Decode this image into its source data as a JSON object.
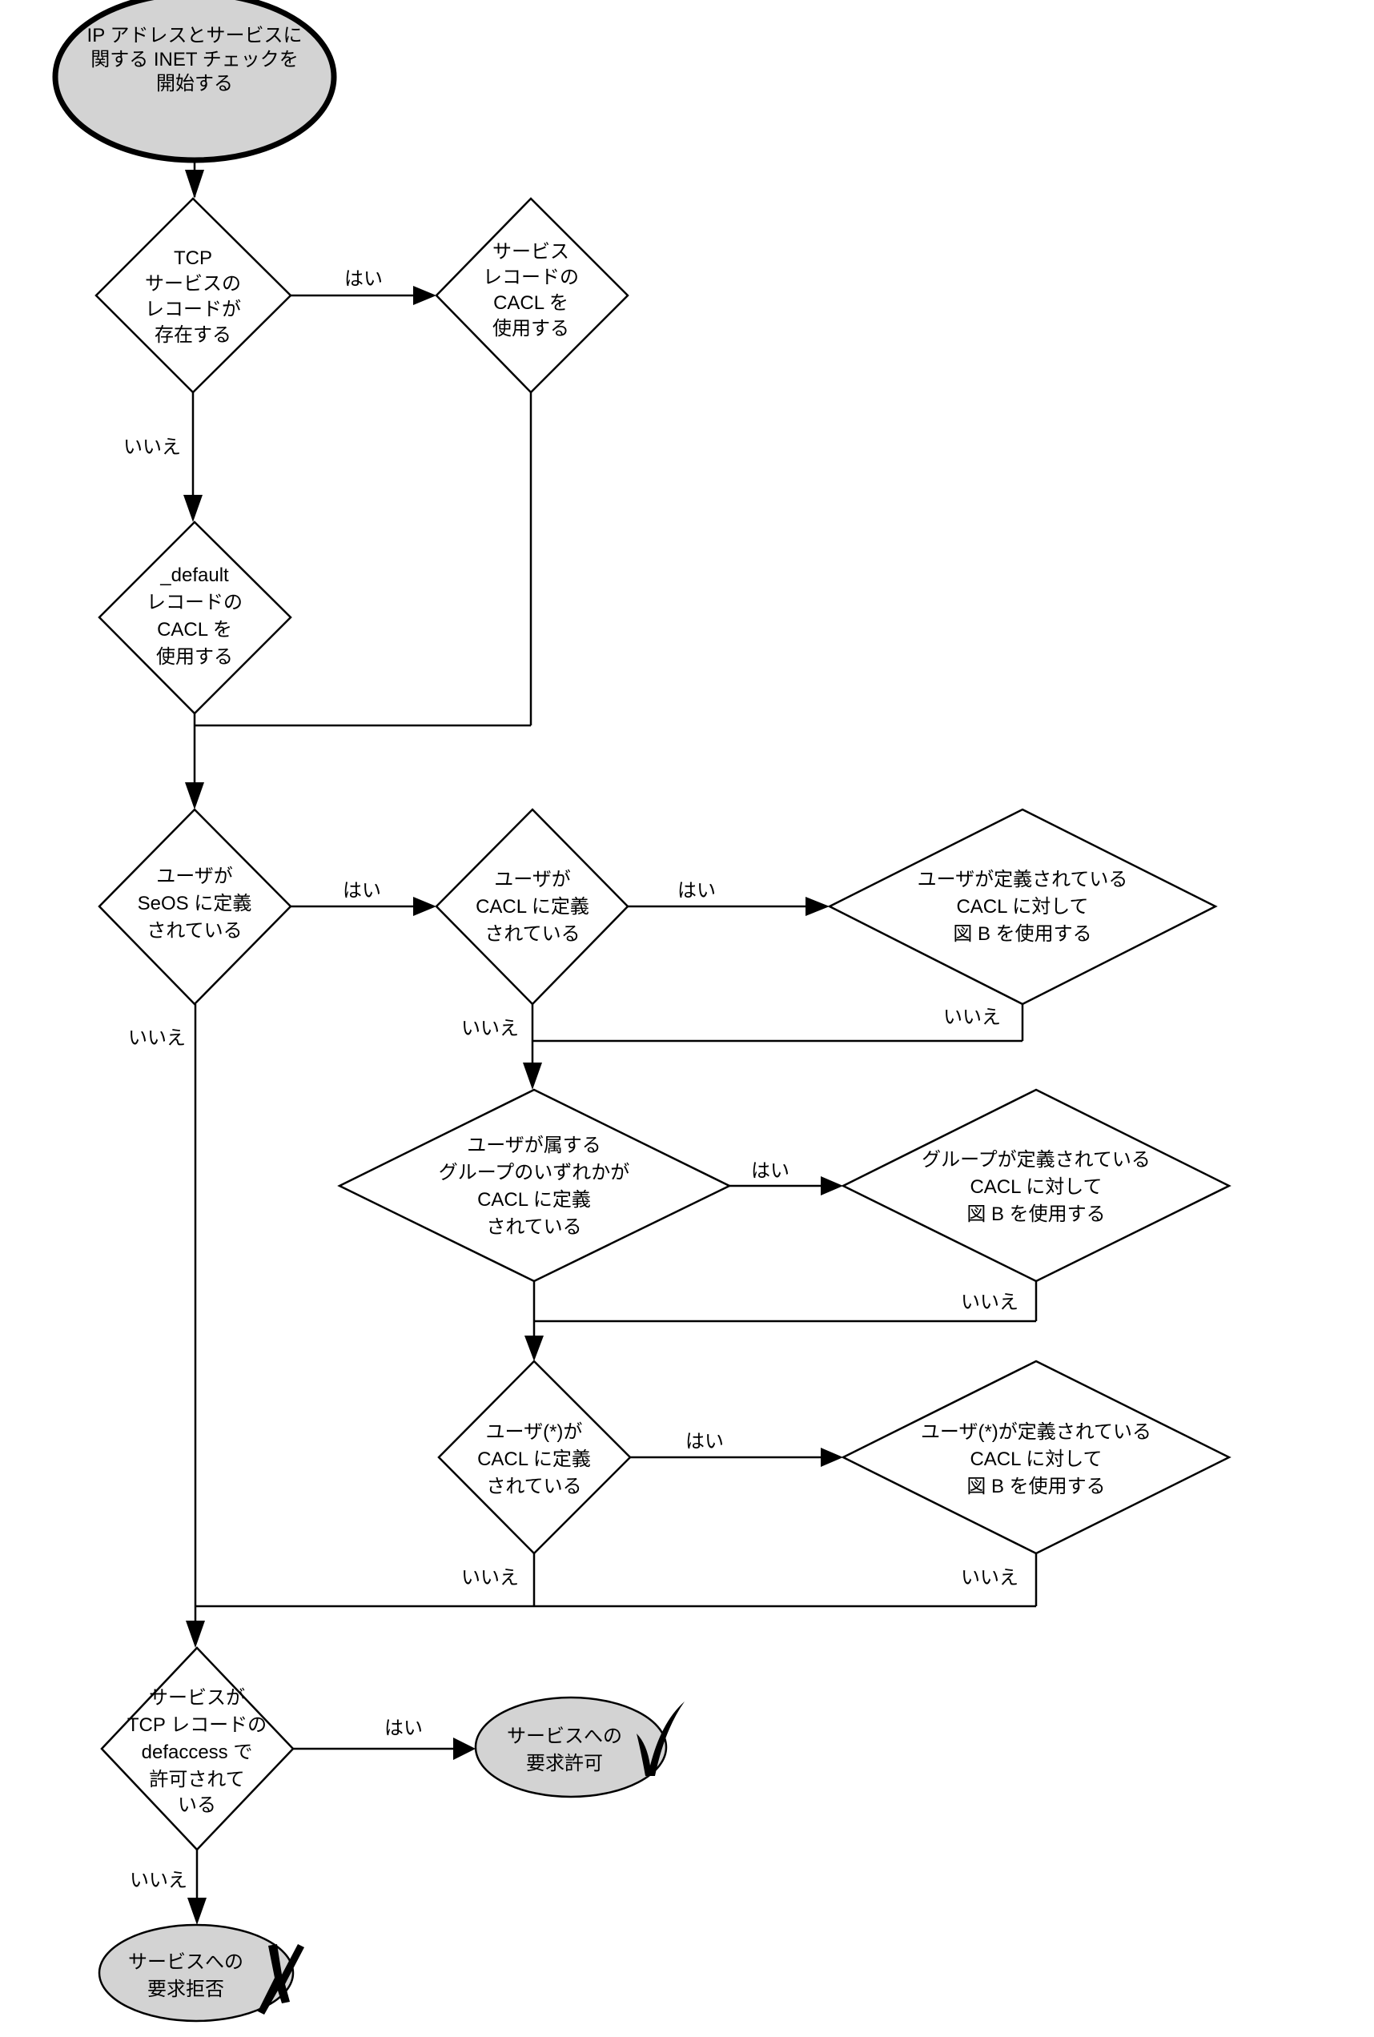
{
  "diagram": {
    "type": "flowchart",
    "colors": {
      "terminal_fill": "#d3d3d3",
      "stroke": "#000000",
      "background": "#ffffff"
    },
    "nodes": [
      {
        "id": "start",
        "shape": "oval",
        "lines": [
          "IP アドレスとサービスに",
          "関する INET チェックを",
          "開始する"
        ]
      },
      {
        "id": "tcp_record_exists",
        "shape": "diamond",
        "lines": [
          "TCP",
          "サービスの",
          "レコードが",
          "存在する"
        ]
      },
      {
        "id": "use_service_record_cacl",
        "shape": "diamond",
        "lines": [
          "サービス",
          "レコードの",
          "CACL を",
          "使用する"
        ]
      },
      {
        "id": "use_default_record_cacl",
        "shape": "diamond",
        "lines": [
          "_default",
          "レコードの",
          "CACL を",
          "使用する"
        ]
      },
      {
        "id": "user_in_seos",
        "shape": "diamond",
        "lines": [
          "ユーザが",
          "SeOS に定義",
          "されている"
        ]
      },
      {
        "id": "user_in_cacl",
        "shape": "diamond",
        "lines": [
          "ユーザが",
          "CACL に定義",
          "されている"
        ]
      },
      {
        "id": "apply_fig_b_user",
        "shape": "diamond",
        "lines": [
          "ユーザが定義されている",
          "CACL に対して",
          "図 B を使用する"
        ]
      },
      {
        "id": "group_in_cacl",
        "shape": "diamond",
        "lines": [
          "ユーザが属する",
          "グループのいずれかが",
          "CACL に定義",
          "されている"
        ]
      },
      {
        "id": "apply_fig_b_group",
        "shape": "diamond",
        "lines": [
          "グループが定義されている",
          "CACL に対して",
          "図 B を使用する"
        ]
      },
      {
        "id": "star_user_in_cacl",
        "shape": "diamond",
        "lines": [
          "ユーザ(*)が",
          "CACL に定義",
          "されている"
        ]
      },
      {
        "id": "apply_fig_b_star",
        "shape": "diamond",
        "lines": [
          "ユーザ(*)が定義されている",
          "CACL に対して",
          "図 B を使用する"
        ]
      },
      {
        "id": "defaccess_allowed",
        "shape": "diamond",
        "lines": [
          "サービスが",
          "TCP レコードの",
          "defaccess で",
          "許可されて",
          "いる"
        ]
      },
      {
        "id": "granted",
        "shape": "oval",
        "lines": [
          "サービスへの",
          "要求許可"
        ],
        "mark": "check-icon",
        "mark_glyph": "✔"
      },
      {
        "id": "denied",
        "shape": "oval",
        "lines": [
          "サービスへの",
          "要求拒否"
        ],
        "mark": "cross-icon",
        "mark_glyph": "✘"
      }
    ],
    "edge_labels": {
      "yes": "はい",
      "no": "いいえ"
    },
    "edges": [
      {
        "from": "start",
        "to": "tcp_record_exists",
        "label": ""
      },
      {
        "from": "tcp_record_exists",
        "to": "use_service_record_cacl",
        "label": "はい"
      },
      {
        "from": "tcp_record_exists",
        "to": "use_default_record_cacl",
        "label": "いいえ"
      },
      {
        "from": "use_default_record_cacl",
        "to": "user_in_seos",
        "label": ""
      },
      {
        "from": "use_service_record_cacl",
        "to": "user_in_seos",
        "label": ""
      },
      {
        "from": "user_in_seos",
        "to": "user_in_cacl",
        "label": "はい"
      },
      {
        "from": "user_in_seos",
        "to": "defaccess_allowed",
        "label": "いいえ"
      },
      {
        "from": "user_in_cacl",
        "to": "apply_fig_b_user",
        "label": "はい"
      },
      {
        "from": "user_in_cacl",
        "to": "group_in_cacl",
        "label": "いいえ"
      },
      {
        "from": "apply_fig_b_user",
        "to": "group_in_cacl",
        "label": "いいえ"
      },
      {
        "from": "group_in_cacl",
        "to": "apply_fig_b_group",
        "label": "はい"
      },
      {
        "from": "group_in_cacl",
        "to": "star_user_in_cacl",
        "label": "いいえ"
      },
      {
        "from": "apply_fig_b_group",
        "to": "star_user_in_cacl",
        "label": "いいえ"
      },
      {
        "from": "star_user_in_cacl",
        "to": "apply_fig_b_star",
        "label": "はい"
      },
      {
        "from": "star_user_in_cacl",
        "to": "defaccess_allowed",
        "label": "いいえ"
      },
      {
        "from": "apply_fig_b_star",
        "to": "defaccess_allowed",
        "label": "いいえ"
      },
      {
        "from": "defaccess_allowed",
        "to": "granted",
        "label": "はい"
      },
      {
        "from": "defaccess_allowed",
        "to": "denied",
        "label": "いいえ"
      }
    ]
  }
}
